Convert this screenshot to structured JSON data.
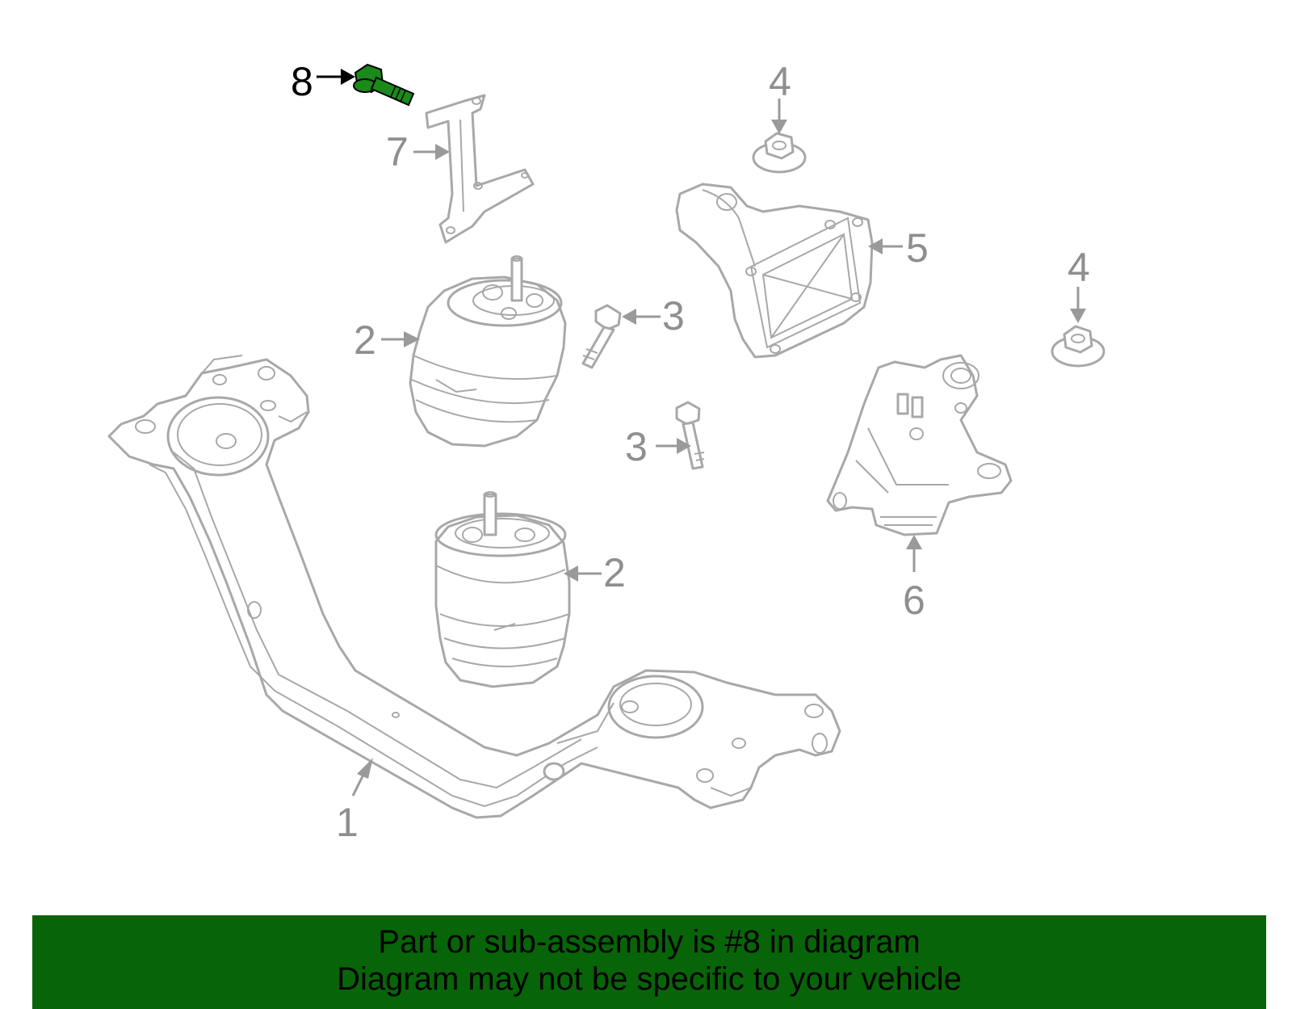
{
  "diagram": {
    "callouts": [
      {
        "label": "1",
        "part": "subframe"
      },
      {
        "label": "2",
        "part": "engine-mount-upper"
      },
      {
        "label": "2",
        "part": "engine-mount-lower"
      },
      {
        "label": "3",
        "part": "bolt-upper"
      },
      {
        "label": "3",
        "part": "bolt-lower"
      },
      {
        "label": "4",
        "part": "nut-top"
      },
      {
        "label": "4",
        "part": "nut-right"
      },
      {
        "label": "5",
        "part": "mount-bracket"
      },
      {
        "label": "6",
        "part": "transmission-mount"
      },
      {
        "label": "7",
        "part": "bracket-plate"
      },
      {
        "label": "8",
        "part": "highlighted-bolt"
      }
    ],
    "highlight_color": "#1a8a1a",
    "part_color": "#a8a8a8"
  },
  "banner": {
    "line1": "Part or sub-assembly is #8 in diagram",
    "line2": "Diagram may not be specific to your vehicle",
    "background": "#086408"
  }
}
